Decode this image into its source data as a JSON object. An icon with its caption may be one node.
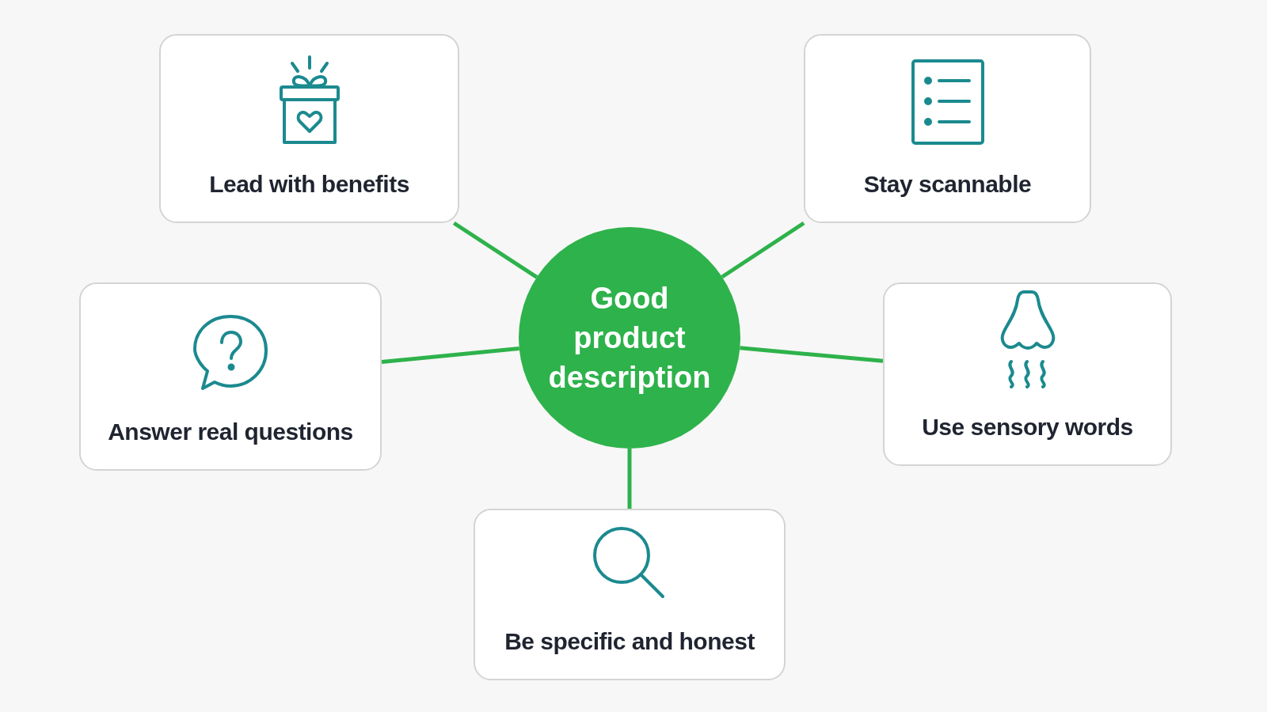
{
  "diagram": {
    "nodes": [
      {
        "text": [
          "Lead with benefits"
        ]
      },
      {
        "text": [
          "Stay scannable"
        ]
      },
      {
        "text": [
          "Answer real questions"
        ]
      },
      {
        "text": [
          "Good product description"
        ]
      },
      {
        "text": [
          "Use sensory words"
        ]
      },
      {
        "text": [
          "Be specific and honest"
        ]
      }
    ],
    "edges": [
      {
        "from": 3,
        "to": 0,
        "arrow": "none"
      },
      {
        "from": 3,
        "to": 1,
        "arrow": "none"
      },
      {
        "from": 3,
        "to": 2,
        "arrow": "none"
      },
      {
        "from": 3,
        "to": 4,
        "arrow": "none"
      },
      {
        "from": 3,
        "to": 5,
        "arrow": "none"
      }
    ]
  }
}
